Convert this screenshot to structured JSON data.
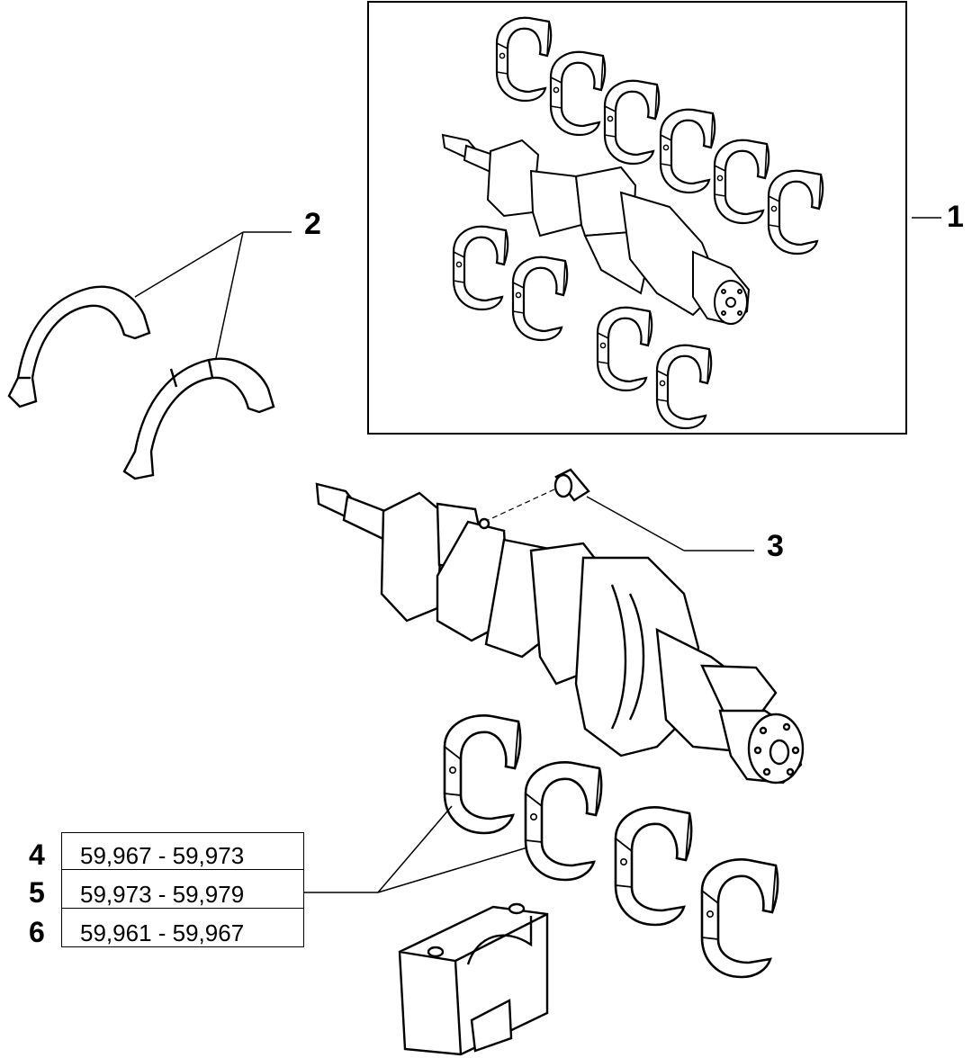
{
  "callouts": {
    "kit": "1",
    "thrust_washers": "2",
    "bushing": "3"
  },
  "bearing_sizes": [
    {
      "ref": "4",
      "range": "59,967 - 59,973"
    },
    {
      "ref": "5",
      "range": "59,973 - 59,979"
    },
    {
      "ref": "6",
      "range": "59,961 - 59,967"
    }
  ],
  "colors": {
    "line": "#000000",
    "background": "#ffffff"
  }
}
